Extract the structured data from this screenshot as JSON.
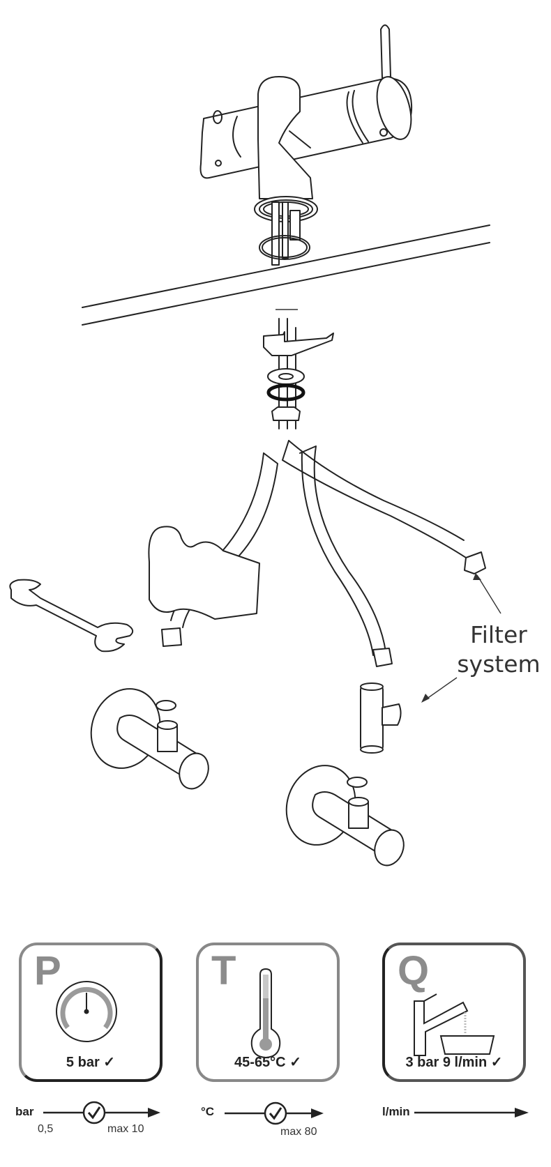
{
  "figure": {
    "title": "Faucet installation with filter system connection",
    "callouts": {
      "filter_line1": "Filter",
      "filter_line2": "system"
    },
    "parts": [
      "faucet",
      "countertop",
      "mounting-bracket",
      "washer",
      "o-ring",
      "lock-nut",
      "flexible-hose-cold",
      "flexible-hose-hot",
      "filter-hose",
      "wrench",
      "hand",
      "angle-valve-left",
      "angle-valve-right",
      "t-connector",
      "valve-seal"
    ]
  },
  "requirements": [
    {
      "id": "pressure",
      "letter": "P",
      "icon": "pressure-gauge-icon",
      "value": "5 bar",
      "check": "✓",
      "scale": {
        "unit": "bar",
        "min_label": "0,5",
        "max_label": "max 10",
        "ok_mark": "✓"
      }
    },
    {
      "id": "temperature",
      "letter": "T",
      "icon": "thermometer-icon",
      "value": "45-65°C",
      "check": "✓",
      "scale": {
        "unit": "°C",
        "min_label": "",
        "max_label": "max 80",
        "ok_mark": "✓"
      }
    },
    {
      "id": "flow",
      "letter": "Q",
      "icon": "faucet-flow-icon",
      "value": "3 bar 9 l/min",
      "check": "✓",
      "scale": {
        "unit": "l/min",
        "min_label": "",
        "max_label": "",
        "ok_mark": ""
      }
    }
  ]
}
